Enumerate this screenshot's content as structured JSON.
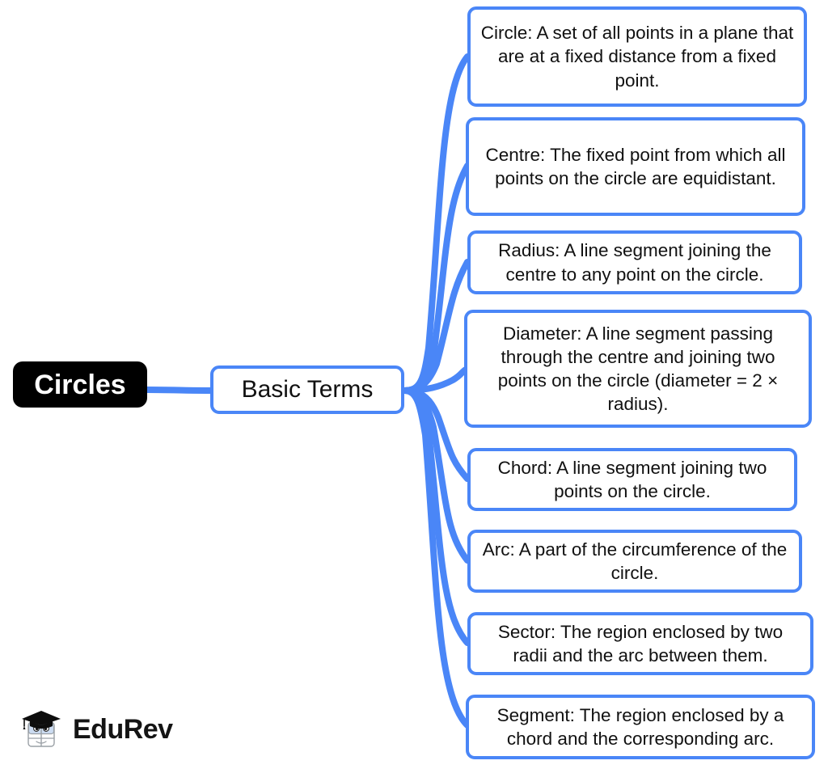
{
  "diagram": {
    "type": "mind-map",
    "root": {
      "label": "Circles",
      "color_bg": "#000000",
      "color_text": "#ffffff"
    },
    "branches": [
      {
        "label": "Basic Terms",
        "color_border": "#4a86f7",
        "leaves": [
          {
            "label": "Circle: A set of all points in a plane that are at a fixed distance from a fixed point."
          },
          {
            "label": "Centre: The fixed point from which all points on the circle are equidistant."
          },
          {
            "label": "Radius: A line segment joining the centre to any point on the circle."
          },
          {
            "label": "Diameter: A line segment passing through the centre and joining two points on the circle (diameter = 2 × radius)."
          },
          {
            "label": "Chord: A line segment joining two points on the circle."
          },
          {
            "label": "Arc: A part of the circumference of the circle."
          },
          {
            "label": "Sector: The region enclosed by two radii and the arc between them."
          },
          {
            "label": "Segment: The region enclosed by a chord and the corresponding arc."
          }
        ]
      }
    ],
    "accent_color": "#4a86f7"
  },
  "brand": {
    "name": "EduRev",
    "mark": "graduation-cap-book-mascot"
  }
}
